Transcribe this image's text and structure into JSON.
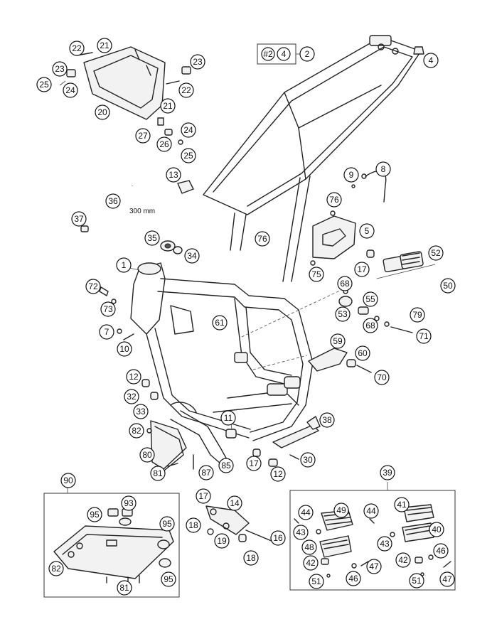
{
  "diagram": {
    "note_300mm": "300 mm",
    "label_hash2": "#2",
    "callouts": [
      {
        "id": "c21a",
        "label": "21"
      },
      {
        "id": "c22a",
        "label": "22"
      },
      {
        "id": "c23a",
        "label": "23"
      },
      {
        "id": "c25a",
        "label": "25"
      },
      {
        "id": "c24a",
        "label": "24"
      },
      {
        "id": "c20",
        "label": "20"
      },
      {
        "id": "c23b",
        "label": "23"
      },
      {
        "id": "c22b",
        "label": "22"
      },
      {
        "id": "c21b",
        "label": "21"
      },
      {
        "id": "c27",
        "label": "27"
      },
      {
        "id": "c24b",
        "label": "24"
      },
      {
        "id": "c26",
        "label": "26"
      },
      {
        "id": "c25b",
        "label": "25"
      },
      {
        "id": "c13",
        "label": "13"
      },
      {
        "id": "c36",
        "label": "36"
      },
      {
        "id": "c37",
        "label": "37"
      },
      {
        "id": "c35",
        "label": "35"
      },
      {
        "id": "c34",
        "label": "34"
      },
      {
        "id": "c2box",
        "label": "#2"
      },
      {
        "id": "c4box",
        "label": "4"
      },
      {
        "id": "c2",
        "label": "2"
      },
      {
        "id": "c4",
        "label": "4"
      },
      {
        "id": "c9",
        "label": "9"
      },
      {
        "id": "c8",
        "label": "8"
      },
      {
        "id": "c76a",
        "label": "76"
      },
      {
        "id": "c76b",
        "label": "76"
      },
      {
        "id": "c5",
        "label": "5"
      },
      {
        "id": "c75",
        "label": "75"
      },
      {
        "id": "c17a",
        "label": "17"
      },
      {
        "id": "c52",
        "label": "52"
      },
      {
        "id": "c50",
        "label": "50"
      },
      {
        "id": "c1",
        "label": "1"
      },
      {
        "id": "c72",
        "label": "72"
      },
      {
        "id": "c73",
        "label": "73"
      },
      {
        "id": "c7",
        "label": "7"
      },
      {
        "id": "c10",
        "label": "10"
      },
      {
        "id": "c61",
        "label": "61"
      },
      {
        "id": "c68a",
        "label": "68"
      },
      {
        "id": "c55",
        "label": "55"
      },
      {
        "id": "c53",
        "label": "53"
      },
      {
        "id": "c79",
        "label": "79"
      },
      {
        "id": "c68b",
        "label": "68"
      },
      {
        "id": "c71",
        "label": "71"
      },
      {
        "id": "c59",
        "label": "59"
      },
      {
        "id": "c60",
        "label": "60"
      },
      {
        "id": "c70",
        "label": "70"
      },
      {
        "id": "c12a",
        "label": "12"
      },
      {
        "id": "c32",
        "label": "32"
      },
      {
        "id": "c33",
        "label": "33"
      },
      {
        "id": "c11",
        "label": "11"
      },
      {
        "id": "c38",
        "label": "38"
      },
      {
        "id": "c82a",
        "label": "82"
      },
      {
        "id": "c80",
        "label": "80"
      },
      {
        "id": "c30",
        "label": "30"
      },
      {
        "id": "c81a",
        "label": "81"
      },
      {
        "id": "c87",
        "label": "87"
      },
      {
        "id": "c85",
        "label": "85"
      },
      {
        "id": "c17b",
        "label": "17"
      },
      {
        "id": "c12b",
        "label": "12"
      },
      {
        "id": "c90",
        "label": "90"
      },
      {
        "id": "c95a",
        "label": "95"
      },
      {
        "id": "c93",
        "label": "93"
      },
      {
        "id": "c95b",
        "label": "95"
      },
      {
        "id": "c82b",
        "label": "82"
      },
      {
        "id": "c81b",
        "label": "81"
      },
      {
        "id": "c95c",
        "label": "95"
      },
      {
        "id": "c17c",
        "label": "17"
      },
      {
        "id": "c14",
        "label": "14"
      },
      {
        "id": "c18a",
        "label": "18"
      },
      {
        "id": "c19",
        "label": "19"
      },
      {
        "id": "c16",
        "label": "16"
      },
      {
        "id": "c18b",
        "label": "18"
      },
      {
        "id": "c39",
        "label": "39"
      },
      {
        "id": "c44a",
        "label": "44"
      },
      {
        "id": "c49",
        "label": "49"
      },
      {
        "id": "c44b",
        "label": "44"
      },
      {
        "id": "c41",
        "label": "41"
      },
      {
        "id": "c43a",
        "label": "43"
      },
      {
        "id": "c40",
        "label": "40"
      },
      {
        "id": "c48",
        "label": "48"
      },
      {
        "id": "c43b",
        "label": "43"
      },
      {
        "id": "c42a",
        "label": "42"
      },
      {
        "id": "c47a",
        "label": "47"
      },
      {
        "id": "c46a",
        "label": "46"
      },
      {
        "id": "c51a",
        "label": "51"
      },
      {
        "id": "c46b",
        "label": "46"
      },
      {
        "id": "c51b",
        "label": "51"
      },
      {
        "id": "c42b",
        "label": "42"
      },
      {
        "id": "c47b",
        "label": "47"
      }
    ]
  }
}
